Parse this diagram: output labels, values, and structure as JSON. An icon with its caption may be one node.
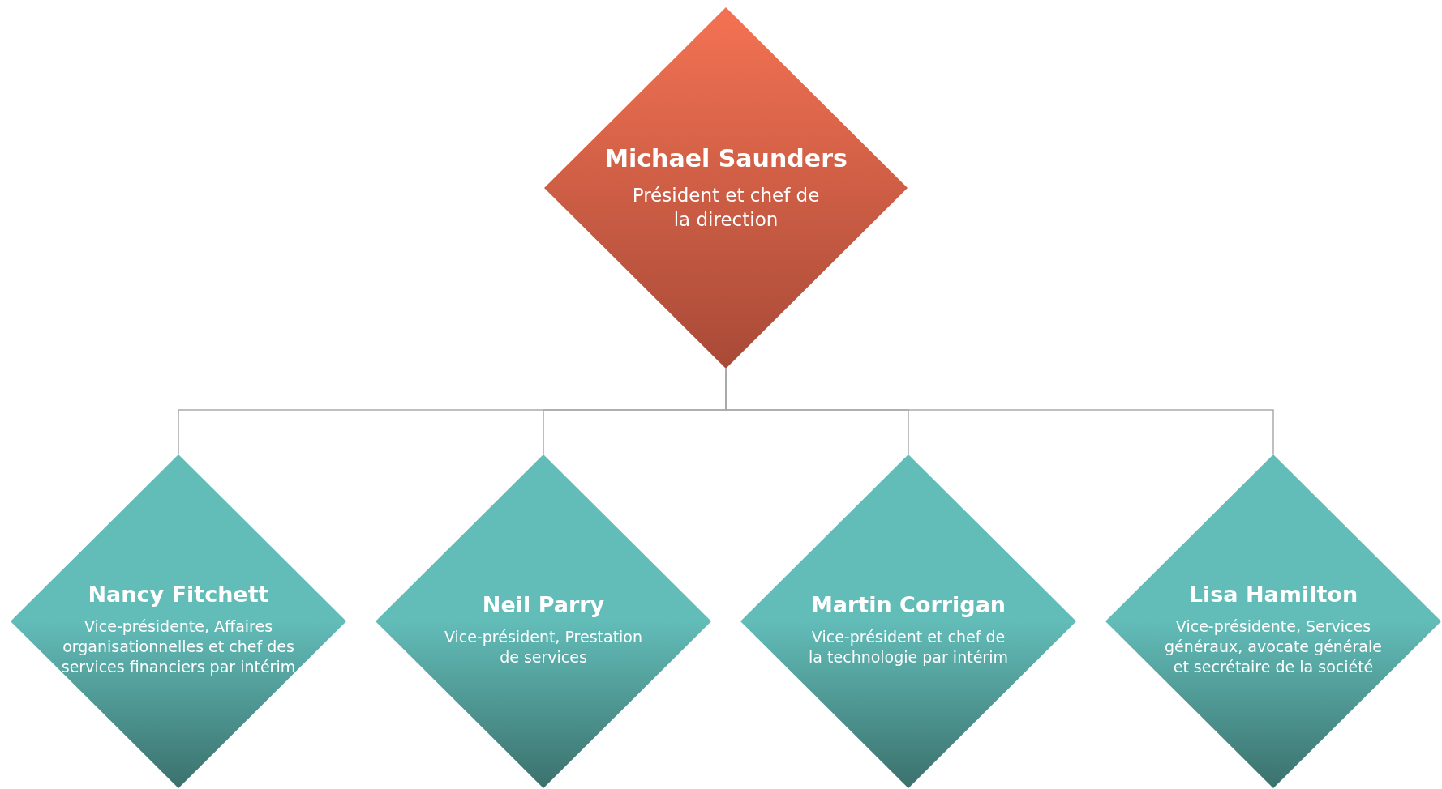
{
  "diagram": {
    "nodes": [
      {
        "text": [
          "Michael Saunders",
          "Président et chef de la direction"
        ]
      },
      {
        "text": [
          "Nancy Fitchett",
          "Vice-présidente, Affaires organisationnelles et chef des services financiers par intérim"
        ]
      },
      {
        "text": [
          "Neil Parry",
          "Vice-président, Prestation de services"
        ]
      },
      {
        "text": [
          "Martin Corrigan",
          "Vice-président et chef de la technologie par intérim"
        ]
      },
      {
        "text": [
          "Lisa Hamilton",
          "Vice-présidente, Services généraux, avocate générale et secrétaire de la société"
        ]
      }
    ],
    "edges": [
      {
        "from": 0,
        "to": 1,
        "arrow": "none"
      },
      {
        "from": 0,
        "to": 2,
        "arrow": "none"
      },
      {
        "from": 0,
        "to": 3,
        "arrow": "none"
      },
      {
        "from": 0,
        "to": 4,
        "arrow": "none"
      }
    ]
  }
}
